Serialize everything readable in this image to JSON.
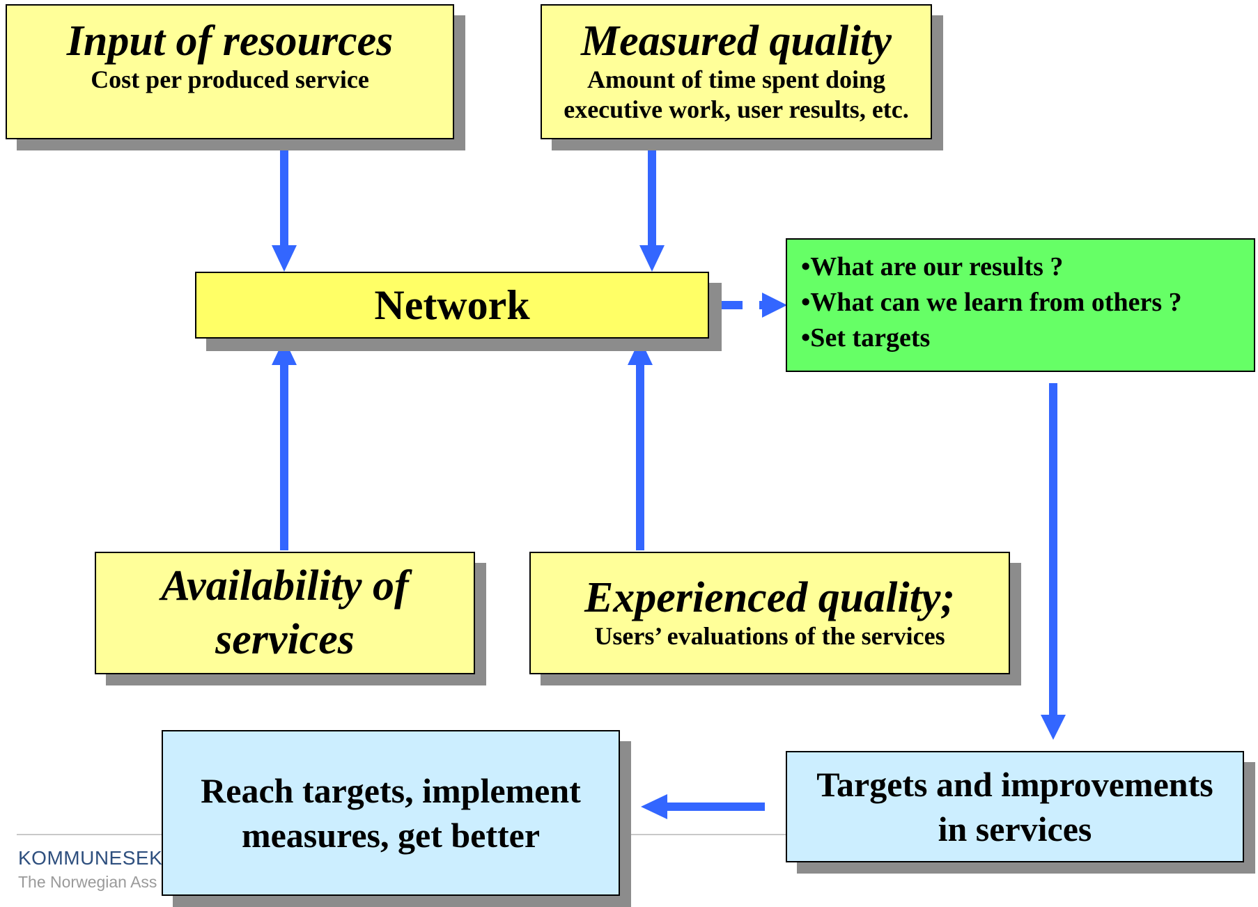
{
  "boxes": {
    "input_resources": {
      "title": "Input of resources",
      "subtitle": "Cost per produced service"
    },
    "measured_quality": {
      "title": "Measured quality",
      "subtitle_line1": "Amount of time spent doing",
      "subtitle_line2": "executive work, user results, etc."
    },
    "network": {
      "label": "Network"
    },
    "questions": {
      "items": [
        "•What are our results ?",
        "•What can we learn from others ?",
        "•Set targets"
      ]
    },
    "availability": {
      "title_line1": "Availability of",
      "title_line2": "services"
    },
    "experienced_quality": {
      "title": "Experienced quality;",
      "subtitle": "Users’ evaluations of the services"
    },
    "reach_targets": {
      "line1": "Reach targets, implement",
      "line2": "measures, get better"
    },
    "targets_improvements": {
      "line1": "Targets and improvements",
      "line2": "in services"
    }
  },
  "logo": {
    "name": "KOMMUNESEK",
    "tagline": "The Norwegian Ass"
  },
  "colors": {
    "arrow": "#3366ff",
    "yellow": "#ffff99",
    "network_yellow": "#ffff66",
    "green": "#66ff66",
    "blue": "#cceeff",
    "shadow": "#8c8c8c"
  }
}
